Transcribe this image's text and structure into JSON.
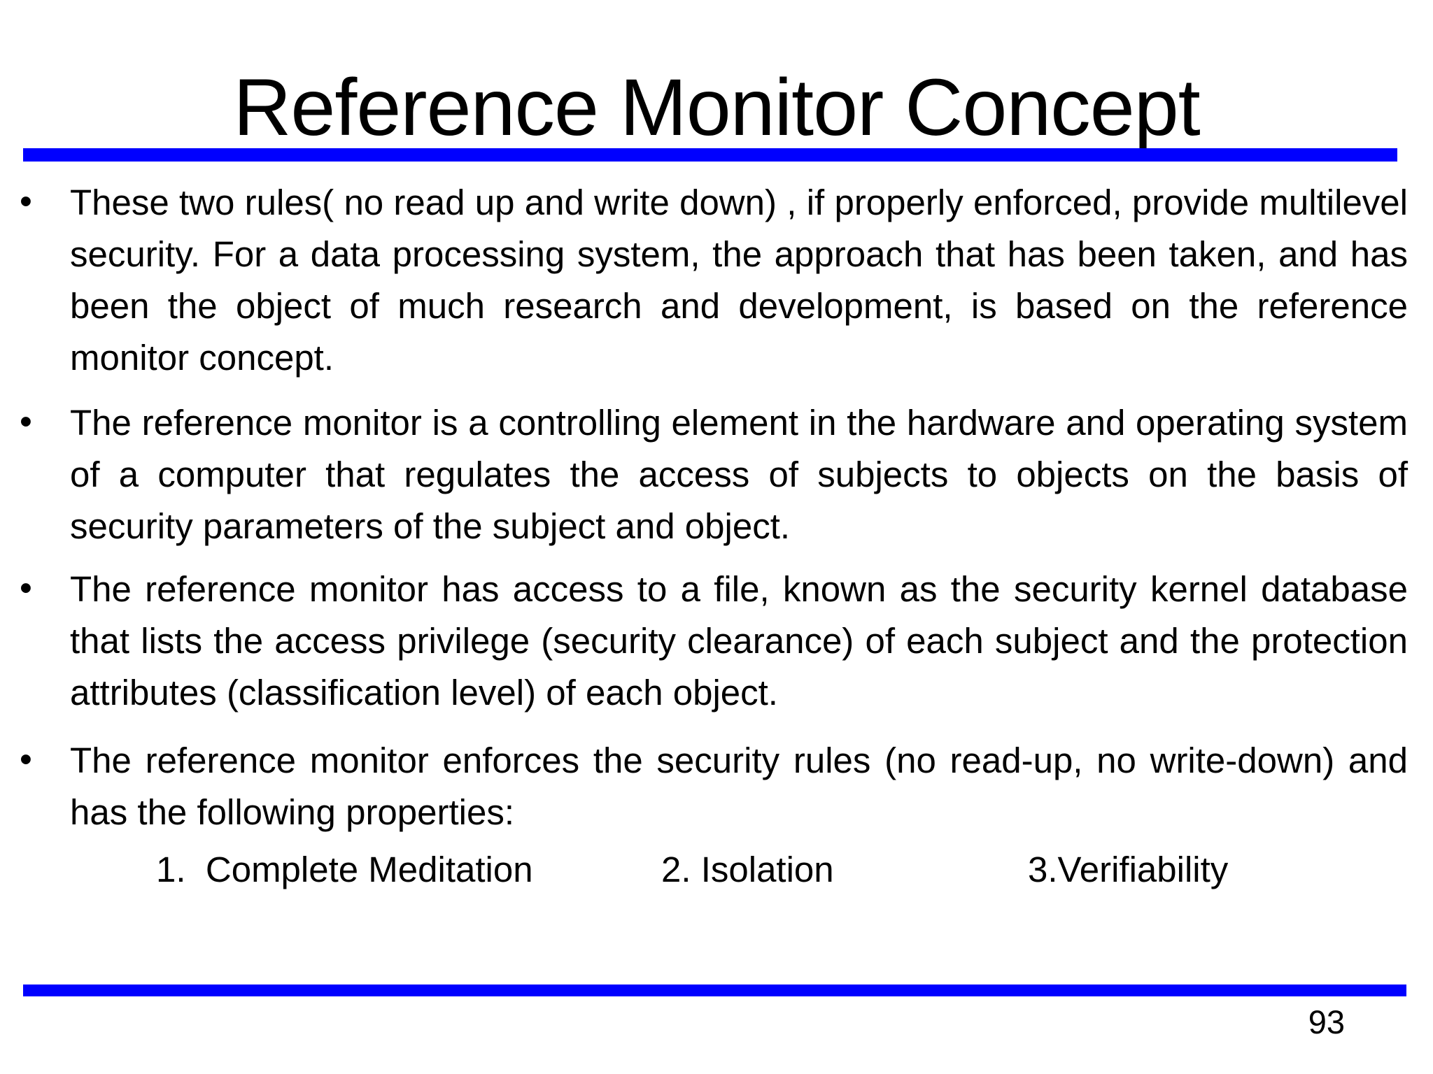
{
  "slide": {
    "title": "Reference Monitor Concept",
    "bullet_glyph": "•",
    "bullets": [
      {
        "text": "These two rules( no read up and write down) , if properly enforced, provide multilevel security. For a data processing system, the approach that has been taken, and has been the object of much research and development, is based on the reference monitor concept."
      },
      {
        "text": "The reference monitor is a controlling element in the hardware and operating system of a computer that regulates the access of subjects to objects on the basis of security parameters of the subject and object."
      },
      {
        "text": "The reference monitor has access to a file, known as the security kernel database that lists the access privilege (security clearance) of each subject and the protection attributes (classification level) of each object."
      },
      {
        "text": "The reference monitor enforces the security rules (no read-up, no write-down) and has the following properties:"
      }
    ],
    "properties": [
      {
        "label": "1.  Complete Meditation"
      },
      {
        "label": "2. Isolation"
      },
      {
        "label": "3.Verifiability"
      }
    ],
    "page_number": "93",
    "colors": {
      "accent": "#0000FF",
      "text": "#000000",
      "background": "#FFFFFF"
    }
  }
}
